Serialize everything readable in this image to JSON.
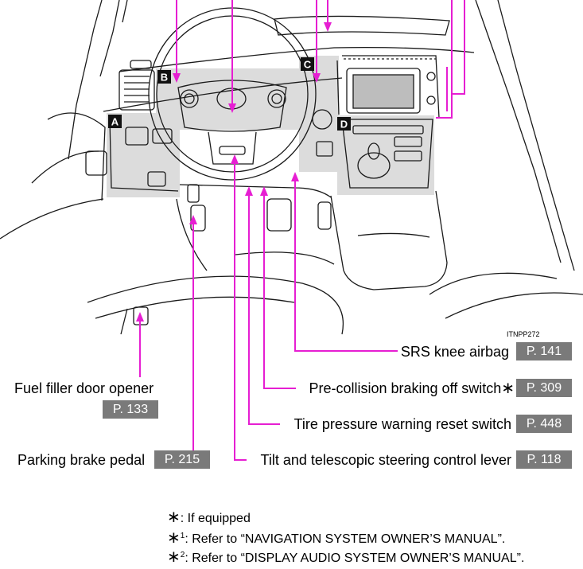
{
  "figure": {
    "code": "ITNPP272",
    "section_tags": [
      "A",
      "B",
      "C",
      "D"
    ],
    "leader_color": "#e61ed2",
    "badge_color": "#7a7a7a"
  },
  "callouts": {
    "knee_airbag": {
      "label": "SRS knee airbag",
      "page": "P. 141"
    },
    "pre_collision": {
      "label": "Pre-collision braking off switch",
      "mark": "∗",
      "page": "P. 309"
    },
    "tire_pressure": {
      "label": "Tire pressure warning reset switch",
      "page": "P. 448"
    },
    "tilt_telescopic": {
      "label": "Tilt and telescopic steering control lever",
      "page": "P. 118"
    },
    "fuel_filler": {
      "label": "Fuel filler door opener",
      "page": "P. 133"
    },
    "parking_brake": {
      "label": "Parking brake pedal",
      "page": "P. 215"
    }
  },
  "notes": [
    {
      "mark": "∗",
      "sup": "",
      "text": ": If equipped"
    },
    {
      "mark": "∗",
      "sup": "1",
      "text": ": Refer to “NAVIGATION SYSTEM OWNER’S MANUAL”."
    },
    {
      "mark": "∗",
      "sup": "2",
      "text": ": Refer to “DISPLAY AUDIO SYSTEM OWNER’S MANUAL”."
    }
  ]
}
